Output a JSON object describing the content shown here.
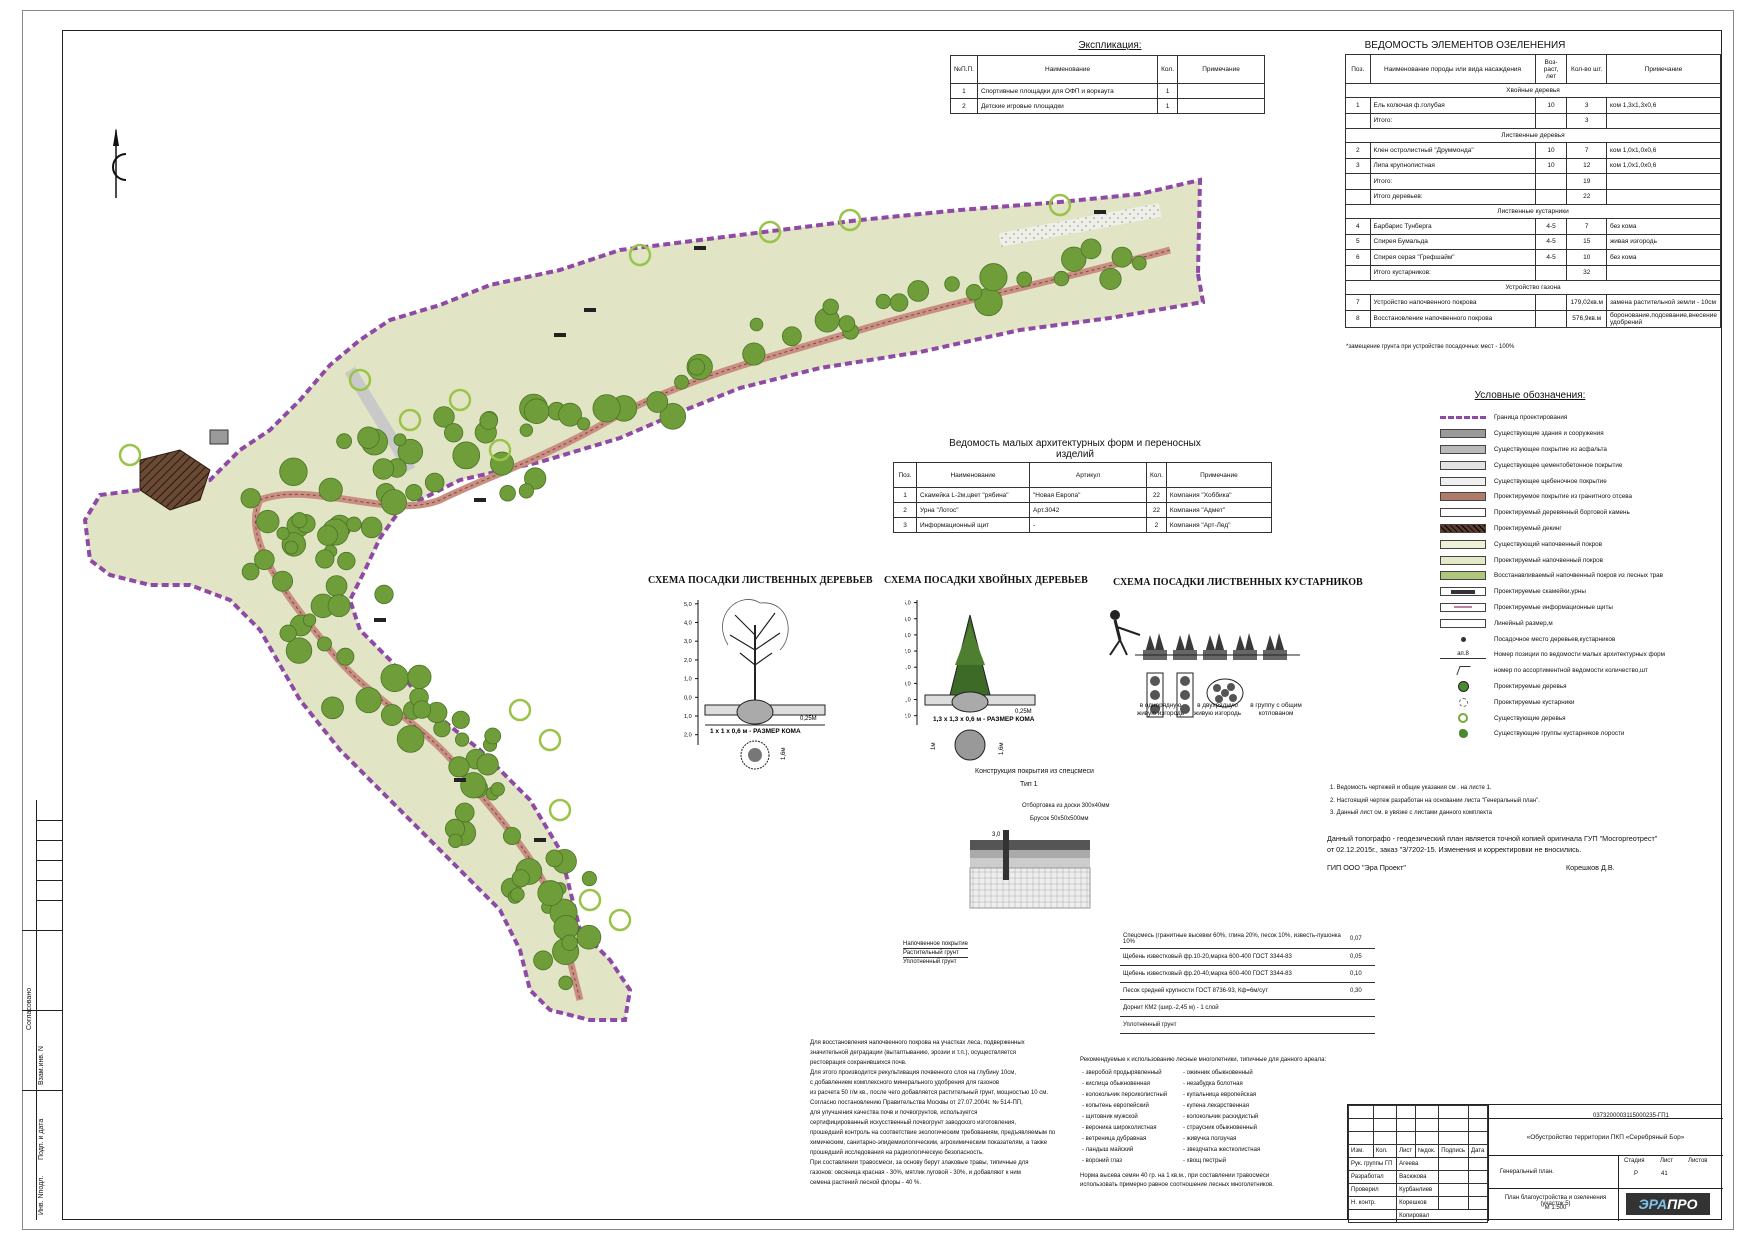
{
  "colors": {
    "boundary": "#8e4aa6",
    "meadow": "#dfe3c2",
    "trees": "#6b9a36",
    "granite_path": "#e1b5a6",
    "decking": "#5a3b2a",
    "cement": "#cfcfcf"
  },
  "north_arrow": {
    "icon": "north-arrow-icon",
    "label": "С"
  },
  "explication": {
    "title": "Экспликация:",
    "headers": [
      "№П.П.",
      "Наименование",
      "Кол.",
      "Примечание"
    ],
    "rows": [
      [
        "1",
        "Спортивные площадки для ОФП и воркаута",
        "1",
        ""
      ],
      [
        "2",
        "Детские игровые площадки",
        "1",
        ""
      ]
    ]
  },
  "greening": {
    "title": "ВЕДОМОСТЬ ЭЛЕМЕНТОВ ОЗЕЛЕНЕНИЯ",
    "headers": [
      "Поз.",
      "Наименование породы или вида насаждения",
      "Воз-раст, лет",
      "Кол-во шт.",
      "Примечание"
    ],
    "sections": [
      {
        "title": "Хвойные деревья",
        "rows": [
          [
            "1",
            "Ель колючая ф.голубая",
            "10",
            "3",
            "ком 1,3х1,3х0,6"
          ],
          [
            "",
            "Итого:",
            "",
            "3",
            ""
          ]
        ]
      },
      {
        "title": "Лиственные деревья",
        "rows": [
          [
            "2",
            "Клен остролистный \"Друммонда\"",
            "10",
            "7",
            "ком 1,0х1,0х0,6"
          ],
          [
            "3",
            "Липа крупнолистная",
            "10",
            "12",
            "ком 1,0х1,0х0,6"
          ],
          [
            "",
            "Итого:",
            "",
            "19",
            ""
          ],
          [
            "",
            "Итого деревьев:",
            "",
            "22",
            ""
          ]
        ]
      },
      {
        "title": "Лиственные кустарники",
        "rows": [
          [
            "4",
            "Барбарис Тунберга",
            "4-5",
            "7",
            "без кома"
          ],
          [
            "5",
            "Спирея Бумальда",
            "4-5",
            "15",
            "живая изгородь"
          ],
          [
            "6",
            "Спирея серая \"Грефшайм\"",
            "4-5",
            "10",
            "без кома"
          ],
          [
            "",
            "Итого кустарников:",
            "",
            "32",
            ""
          ]
        ]
      },
      {
        "title": "Устройство газона",
        "rows": [
          [
            "7",
            "Устройство напочвенного покрова",
            "",
            "179,02кв.м",
            "замена растительной земли - 10см"
          ],
          [
            "8",
            "Восстановление напочвенного покрова",
            "",
            "576,9кв.м",
            "боронование,подсевание,внесение удобрений"
          ]
        ]
      }
    ],
    "footnote": "*замещение грунта при устройстве посадочных мест - 100%"
  },
  "legend": {
    "title": "Условные обозначения:",
    "items": [
      {
        "label": "Граница проектирования",
        "kind": "dash",
        "color": "#8e4aa6"
      },
      {
        "label": "Существующие здания и сооружения",
        "kind": "fill",
        "color": "#9a9a9a"
      },
      {
        "label": "Существующее покрытие из асфальта",
        "kind": "fill",
        "color": "#b9b9b9"
      },
      {
        "label": "Существующее цементобетонное покрытие",
        "kind": "fill",
        "color": "#e2e2e2"
      },
      {
        "label": "Существующее щебеночное покрытие",
        "kind": "fill",
        "color": "#efefef"
      },
      {
        "label": "Проектируемое покрытие из гранитного отсева",
        "kind": "fill",
        "color": "#b07a6a"
      },
      {
        "label": "Проектируемый деревянный бортовой камень",
        "kind": "fill",
        "color": "#ffffff"
      },
      {
        "label": "Проектируемый декинг",
        "kind": "hatch",
        "color": "#5a3b2a"
      },
      {
        "label": "Существующий напочвенный покров",
        "kind": "fill",
        "color": "#eef0d8"
      },
      {
        "label": "Проектируемый напочвенный покров",
        "kind": "fill",
        "color": "#e3e8c8"
      },
      {
        "label": "Восстанавливаемый напочвенный покров из лесных трав",
        "kind": "fill",
        "color": "#aec77a"
      },
      {
        "label": "Проектируемые скамейки,урны",
        "kind": "bar",
        "color": "#333333"
      },
      {
        "label": "Проектируемые информационные щиты",
        "kind": "thin",
        "color": "#c080a0"
      },
      {
        "label": "Линейный размер,м",
        "kind": "fill",
        "color": "#ffffff"
      },
      {
        "label": "Посадочное место деревьев,кустарников",
        "kind": "pin",
        "color": "#333333"
      },
      {
        "label": "Номер позиции по ведомости малых архитектурных форм",
        "kind": "tag",
        "color": "#333333",
        "tag": "ап.8"
      },
      {
        "label": "номер по ассортиментной ведомости количество,шт",
        "kind": "leader",
        "color": "#333333"
      },
      {
        "label": "Проектируемые деревья",
        "kind": "tree",
        "color": "#4a8a30"
      },
      {
        "label": "Проектируемые кустарники",
        "kind": "shrub",
        "color": "#6a6a6a"
      },
      {
        "label": "Существующие деревья",
        "kind": "circle",
        "color": "#7aa83a"
      },
      {
        "label": "Существующие группы кустарников лорости",
        "kind": "blob",
        "color": "#4a8a30"
      }
    ]
  },
  "maf": {
    "title": "Ведомость малых архитектурных форм и переносных изделий",
    "headers": [
      "Поз.",
      "Наименование",
      "Артикул",
      "Кол.",
      "Примечание"
    ],
    "rows": [
      [
        "1",
        "Скамейка L-2м,цвет \"рябина\"",
        "\"Новая Европа\"",
        "22",
        "Компания \"Хоббика\""
      ],
      [
        "2",
        "Урна \"Лотос\"",
        "Арт.3042",
        "22",
        "Компания \"Адмет\""
      ],
      [
        "3",
        "Информационный щит",
        "-",
        "2",
        "Компания \"Арт-Лед\""
      ]
    ]
  },
  "schemes": {
    "deciduous_title": "СХЕМА ПОСАДКИ ЛИСТВЕННЫХ ДЕРЕВЬЕВ",
    "deciduous_size": "1 х 1 х 0,6 м - РАЗМЕР КОМА",
    "coniferous_title": "СХЕМА ПОСАДКИ ХВОЙНЫХ ДЕРЕВЬЕВ",
    "coniferous_size": "1,3 х 1,3 х 0,6 м - РАЗМЕР КОМА",
    "shrubs_title": "СХЕМА ПОСАДКИ ЛИСТВЕННЫХ КУСТАРНИКОВ",
    "depth": "0,25М",
    "dim_16": "1,6м",
    "dim_1": "1м",
    "scale_ticks": [
      "5,0",
      "4,0",
      "3,0",
      "2,0",
      "1,0",
      "0,0",
      "1,0",
      "2,0"
    ],
    "shrub_captions": [
      "в однорядную живую изгородь",
      "в двухрядную живую изгородь",
      "в группу с общим котлованом"
    ]
  },
  "construction": {
    "title": "Конструкция покрытия из спецсмеси",
    "type": "Тип 1",
    "callouts": [
      "Отбортовка из доски 300х40мм",
      "Брусок 50х50х500мм"
    ],
    "dim": "3,0",
    "left_layers": [
      "Напочвенное покрытие",
      "Растительный грунт",
      "Уплотненный грунт"
    ],
    "layers": [
      [
        "Спецсмесь (гранитные высевки 60%, глина 20%, песок 10%, известь-пушонка 10%",
        "0,07"
      ],
      [
        "Щебень известковый фр.10-20,марка 600-400 ГОСТ 3344-83",
        "0,05"
      ],
      [
        "Щебень известковый фр.20-40,марка 600-400 ГОСТ 3344-83",
        "0,10"
      ],
      [
        "Песок средней крупности ГОСТ 8736-93, Кф=6м/сут",
        "0,30"
      ],
      [
        "Дорнит КМ2 (шир.-2,45 м) - 1 слой",
        ""
      ],
      [
        "Уплотненный грунт",
        ""
      ]
    ]
  },
  "notes": [
    "1. Ведомость чертежей и общие указания см . на листе 1.",
    "2. Настоящий чертеж разработан на основании листа \"Генеральный план\".",
    "3. Данный лист см. в увязке с листами данного комплекта"
  ],
  "topo_note": [
    "Данный топографо - геодезический план является точной копией оригинала ГУП \"Мосгоргеотрест\"",
    "от 02.12.2015г., заказ \"3/7202-15. Изменения и корректировки не вносились."
  ],
  "gip": {
    "label": "ГИП ООО \"Эра Проект\"",
    "name": "Корешков Д.В."
  },
  "restoration_text": [
    "Для восстановления напочвенного покрова на участках леса, подверженных",
    "значительной деградации (вытаптыванию, эрозии и т.п.), осуществляется",
    "рестоврация сохранившихся почв.",
    "Для этого производится рекультивация почвенного слоя на глубину 10см,",
    "с добавлением комплексного минерального удобрения для газонов",
    "из расчета 50 г/м кв., после чего добавляется растительный грунт, мощностью 10 см.",
    "Согласно постановлению Правительства Москвы от 27.07.2004г. № 514-ПП,",
    "для улучшения качества почв и почвогрунтов, используется",
    "сертифицированный искусственный почвогрунт заводского изготовления,",
    "прошедший контроль на соответствие экологическим требованиям, предъявляемым по",
    "химическим, санитарно-эпидемиологическим, агрохимическим показателям, а также",
    "прошедший исследования на радиологическую безопасность.",
    "При составлении травосмеси, за основу берут злаковые травы, типичные для",
    "газонов: овсяница красная - 30%, мятлик луговой - 30%, и добавляют к ним",
    "семена растений лесной флоры - 40 %."
  ],
  "plants_intro": "Рекомендуемые к использованию лесные многолетники, типичные для данного ареала:",
  "plants_left": [
    "- зверобой продырявленный",
    "- кислица обыкновенная",
    "- колокольчик персиколистный",
    "- копытень европейский",
    "- щитовник мужской",
    "- вероника широколистная",
    "- ветреница дубравная",
    "- ландыш майский",
    "- вороний глаз"
  ],
  "plants_right": [
    "- ожинник обыкновенный",
    "- незабудка болотная",
    "- купальница европейская",
    "- купена лекарственная",
    "- колокольчик раскидистый",
    "- страусник обыкновенный",
    "- живучка ползучая",
    "- звездчатка жестколистная",
    "- хвощ пестрый"
  ],
  "seed_norm": [
    "Норма высева семян 40 гр. на 1 кв.м., при составлении травосмеси",
    "использовать примерно равное соотношение лесных многолетников."
  ],
  "stamp": {
    "code": "0373200003115000235-ГП1",
    "project": "«Обустройство территории ПКП «Серебряный Бор»",
    "sheet_name": "Генеральный план.",
    "drawing": "План благоустройства и озеленения (участок 5)",
    "scale": "М 1:500",
    "stage_h": "Стадия",
    "sheet_h": "Лист",
    "sheets_h": "Листов",
    "stage": "Р",
    "sheet": "41",
    "sheets": "",
    "cols": [
      "Изм.",
      "Кол.",
      "Лист",
      "№док.",
      "Подпись",
      "Дата"
    ],
    "people": [
      [
        "Рук. группы ГП",
        "Агеева"
      ],
      [
        "Разработал",
        "Васюкова"
      ],
      [
        "Проверил",
        "Курбанлиев"
      ],
      [
        "Н. контр.",
        "Корешков"
      ]
    ],
    "copied": "Копировал",
    "logo": [
      "ЭРА",
      "ПРО"
    ]
  },
  "side_labels": [
    "Согласовано",
    "Взам.инв. N",
    "Подп. и дата",
    "Инв. Nподл."
  ]
}
